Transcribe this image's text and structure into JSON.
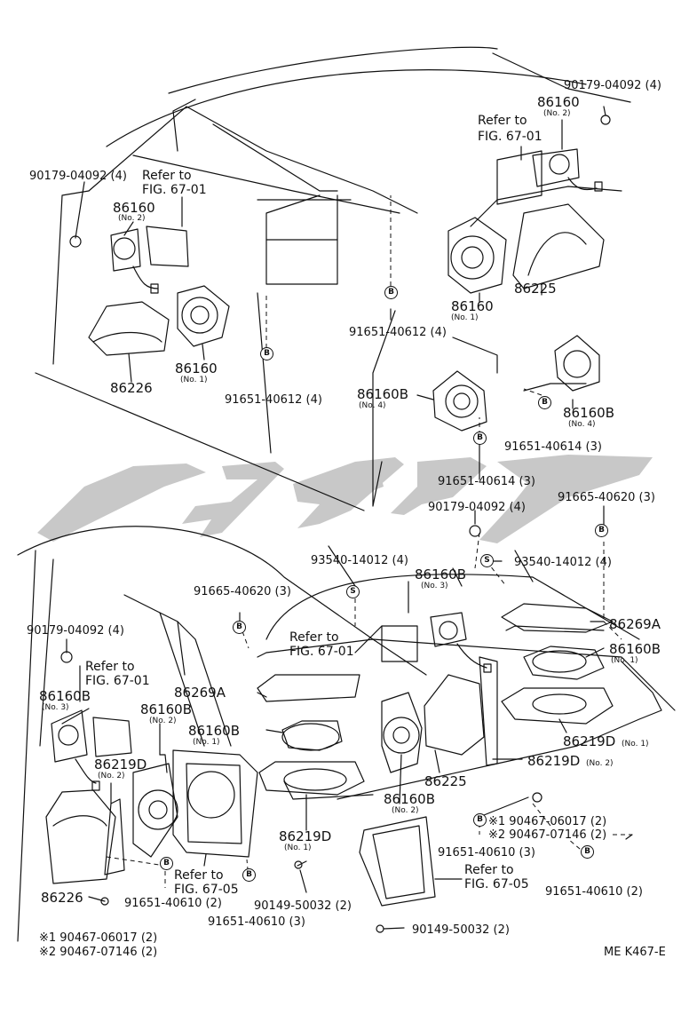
{
  "diagram": {
    "code": "ME K467-E",
    "watermark_color": "#c8c8c8",
    "line_color": "#111111",
    "markers": {
      "b": "B",
      "s": "S"
    },
    "labels": {
      "p86160_no2_tr": "86160",
      "p86160_no2_tr_sub": "(No. 2)",
      "screw_tr": "90179-04092 (4)",
      "ref_tr_1": "Refer to",
      "ref_tr_2": "FIG. 67-01",
      "screw_tl": "90179-04092 (4)",
      "ref_tl_1": "Refer to",
      "ref_tl_2": "FIG. 67-01",
      "p86160_no2_tl": "86160",
      "p86160_no2_tl_sub": "(No. 2)",
      "p86160_no1_tc": "86160",
      "p86160_no1_tc_sub": "(No. 1)",
      "p86225_tr": "86225",
      "bolt_tc": "91651-40612 (4)",
      "p86160_no1_l": "86160",
      "p86160_no1_l_sub": "(No. 1)",
      "p86226_l": "86226",
      "bolt_l": "91651-40612 (4)",
      "p86160b_no4_c": "86160B",
      "p86160b_no4_c_sub": "(No. 4)",
      "p86160b_no4_r": "86160B",
      "p86160b_no4_r_sub": "(No. 4)",
      "bolt_r_614": "91651-40614 (3)",
      "bolt_c_614": "91651-40614 (3)",
      "screw_c": "90179-04092 (4)",
      "bolt_r_620": "91665-40620 (3)",
      "clip_c": "93540-14012 (4)",
      "clip_r": "93540-14012 (4)",
      "bolt_l_620": "91665-40620 (3)",
      "p86160b_no3_c": "86160B",
      "p86160b_no3_c_sub": "(No. 3)",
      "screw_bl": "90179-04092 (4)",
      "ref_c_1": "Refer to",
      "ref_c_2": "FIG. 67-01",
      "p86269a_r": "86269A",
      "p86160b_no1_r": "86160B",
      "p86160b_no1_r_sub": "(No. 1)",
      "ref_bl_1": "Refer to",
      "ref_bl_2": "FIG. 67-01",
      "p86269a_c": "86269A",
      "p86160b_no3_l": "86160B",
      "p86160b_no3_l_sub": "(No. 3)",
      "p86160b_no2_l": "86160B",
      "p86160b_no2_l_sub": "(No. 2)",
      "p86160b_no1_c": "86160B",
      "p86160b_no1_c_sub": "(No. 1)",
      "p86219d_no1_r": "86219D",
      "p86219d_no1_r_sub": "(No. 1)",
      "p86219d_no2_r": "86219D",
      "p86219d_no2_r_sub": "(No. 2)",
      "p86219d_no2_l": "86219D",
      "p86219d_no2_l_sub": "(No. 2)",
      "p86225_c": "86225",
      "p86160b_no2_c": "86160B",
      "p86160b_no2_c_sub": "(No. 2)",
      "p86219d_no1_c": "86219D",
      "p86219d_no1_c_sub": "(No. 1)",
      "screw_note1_r": "※1 90467-06017 (2)",
      "screw_note2_r": "※2 90467-07146 (2)",
      "bolt_c_610": "91651-40610 (3)",
      "ref_br_1": "Refer to",
      "ref_br_2": "FIG. 67-05",
      "bolt_r_610": "91651-40610 (2)",
      "ref_bc_1": "Refer to",
      "ref_bc_2": "FIG. 67-05",
      "p86226_bl": "86226",
      "bolt_bl_610": "91651-40610 (2)",
      "screw_bc": "90149-50032 (2)",
      "bolt_bc_610": "91651-40610 (3)",
      "screw_b": "90149-50032 (2)",
      "screw_note1_l": "※1  90467-06017  (2)",
      "screw_note2_l": "※2  90467-07146  (2)"
    }
  }
}
